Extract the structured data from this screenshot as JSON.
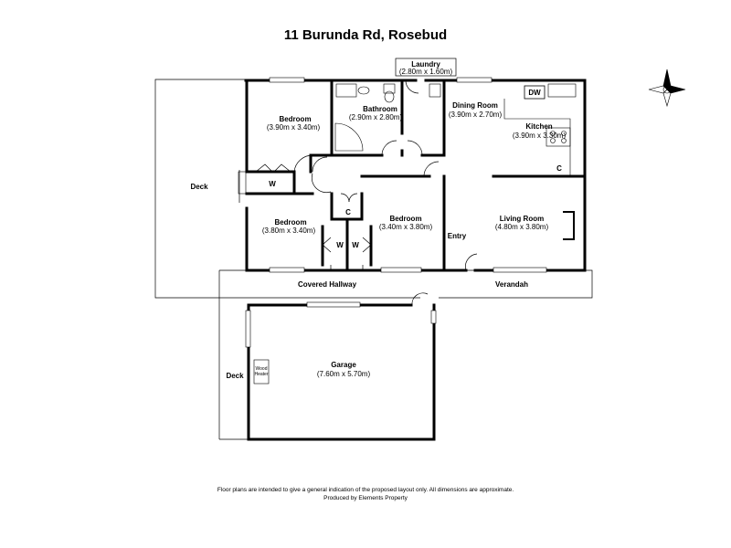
{
  "title": "11 Burunda Rd, Rosebud",
  "rooms": {
    "laundry": {
      "name": "Laundry",
      "dims": "(2.80m x 1.60m)"
    },
    "bathroom": {
      "name": "Bathroom",
      "dims": "(2.90m x 2.80m)"
    },
    "bedroom1": {
      "name": "Bedroom",
      "dims": "(3.90m x 3.40m)"
    },
    "bedroom2": {
      "name": "Bedroom",
      "dims": "(3.80m x 3.40m)"
    },
    "bedroom3": {
      "name": "Bedroom",
      "dims": "(3.40m x 3.80m)"
    },
    "dining": {
      "name": "Dining Room",
      "dims": "(3.90m x 2.70m)"
    },
    "kitchen": {
      "name": "Kitchen",
      "dims": "(3.90m x 3.30m)"
    },
    "living": {
      "name": "Living Room",
      "dims": "(4.80m x 3.80m)"
    },
    "garage": {
      "name": "Garage",
      "dims": "(7.60m x 5.70m)"
    }
  },
  "labels": {
    "deck_left": "Deck",
    "deck_garage": "Deck",
    "entry": "Entry",
    "covered_hallway": "Covered Hallway",
    "verandah": "Verandah",
    "wardrobe": "W",
    "cupboard": "C",
    "dishwasher": "DW",
    "wood_heater_line1": "Wood",
    "wood_heater_line2": "Heater"
  },
  "footer": {
    "disclaimer": "Floor plans are intended to give a general indication of the proposed layout only. All dimensions are approximate.",
    "credit": "Produced by Elements Property"
  }
}
